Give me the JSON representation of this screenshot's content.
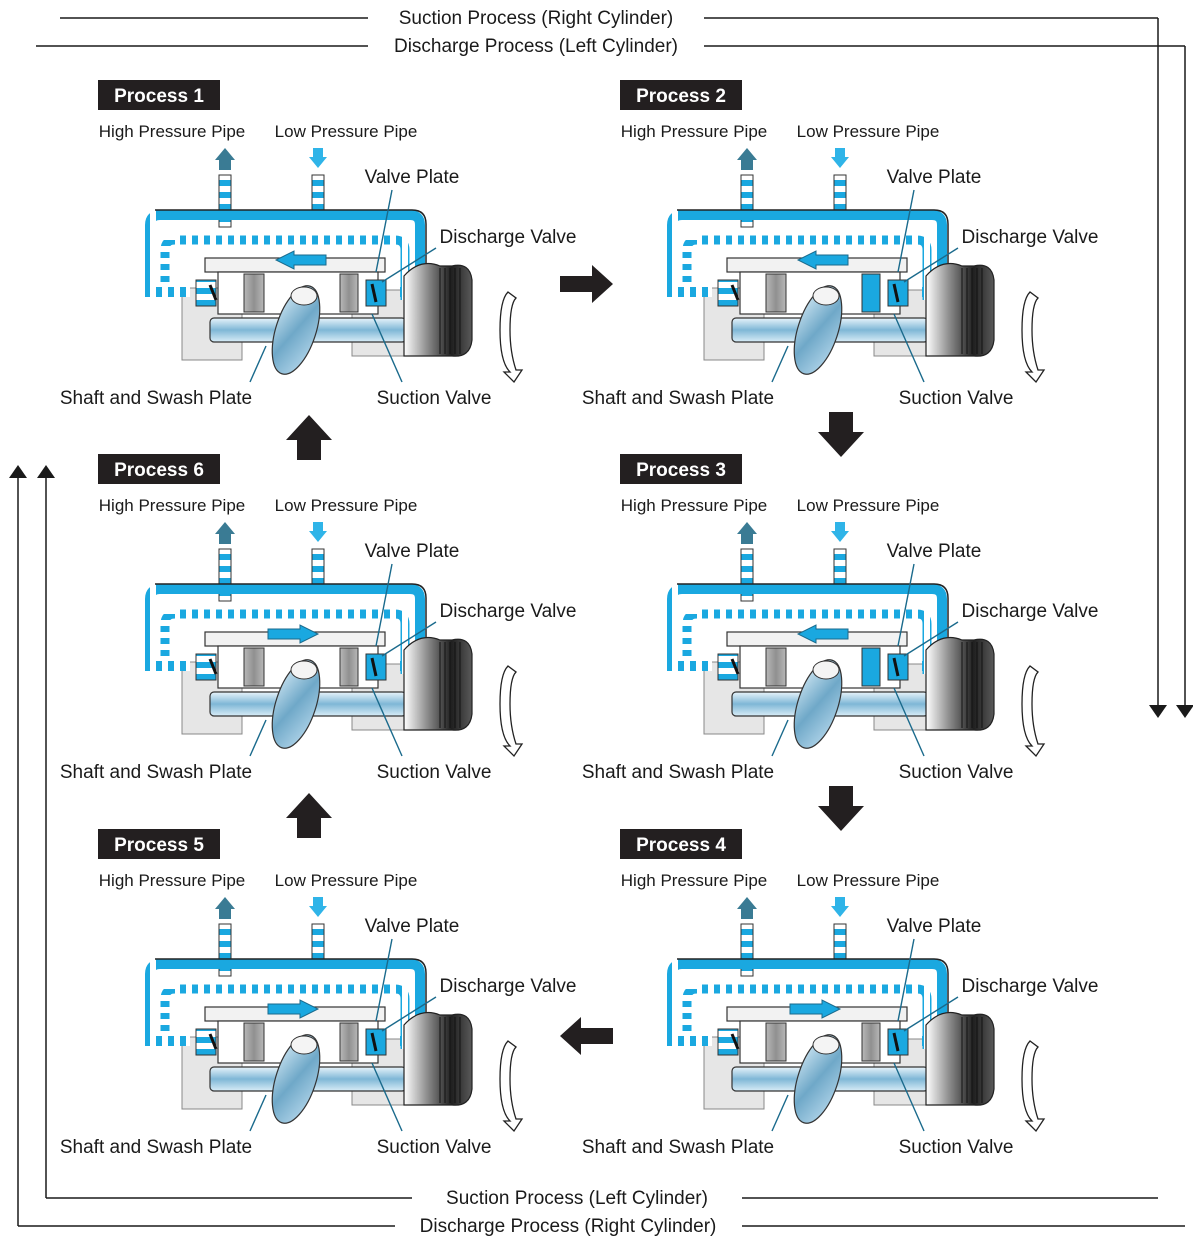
{
  "flows": {
    "top1": "Suction Process (Right Cylinder)",
    "top2": "Discharge Process (Left Cylinder)",
    "bottom1": "Suction Process (Left Cylinder)",
    "bottom2": "Discharge Process (Right Cylinder)"
  },
  "processes": [
    {
      "title": "Process 1",
      "piston_arrow": "left"
    },
    {
      "title": "Process 2",
      "piston_arrow": "left"
    },
    {
      "title": "Process 3",
      "piston_arrow": "left"
    },
    {
      "title": "Process 4",
      "piston_arrow": "right"
    },
    {
      "title": "Process 5",
      "piston_arrow": "right"
    },
    {
      "title": "Process 6",
      "piston_arrow": "right"
    }
  ],
  "labels": {
    "high_pipe": "High Pressure Pipe",
    "low_pipe": "Low Pressure Pipe",
    "valve_plate": "Valve Plate",
    "discharge_valve": "Discharge Valve",
    "suction_valve": "Suction Valve",
    "shaft": "Shaft and Swash Plate"
  },
  "colors": {
    "refrigerant": "#1aa8e0",
    "high_pressure_arrow": "#3a7b94",
    "low_pressure_arrow": "#2fb4e8",
    "tag_bg": "#231f20",
    "process_arrow": "#231f20"
  }
}
